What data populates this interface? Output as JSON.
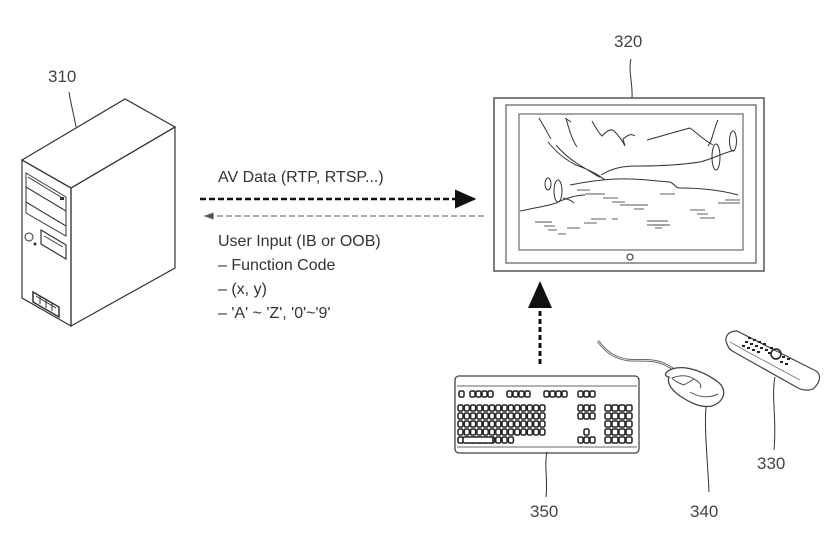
{
  "figure": {
    "labels": {
      "server": "310",
      "display": "320",
      "remote": "330",
      "mouse": "340",
      "keyboard": "350"
    },
    "arrows": {
      "av_data": "AV Data (RTP, RTSP...)",
      "user_input_title": "User Input (IB or OOB)",
      "user_input_items": [
        "– Function Code",
        "– (x, y)",
        "– 'A' ~ 'Z', '0'~'9'"
      ]
    }
  }
}
